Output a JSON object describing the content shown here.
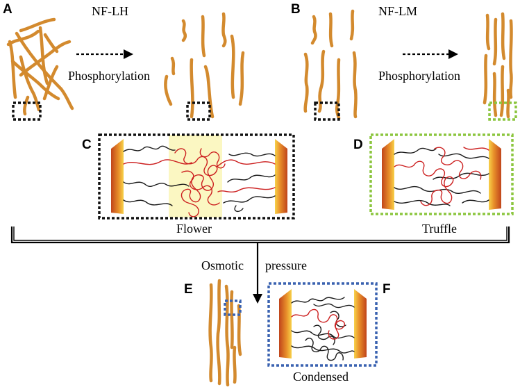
{
  "panels": {
    "A": {
      "letter": "A",
      "title": "NF-LH",
      "arrow_label": "Phosphorylation"
    },
    "B": {
      "letter": "B",
      "title": "NF-LM",
      "arrow_label": "Phosphorylation"
    },
    "C": {
      "letter": "C",
      "caption": "Flower"
    },
    "D": {
      "letter": "D",
      "caption": "Truffle"
    },
    "E": {
      "letter": "E"
    },
    "F": {
      "letter": "F",
      "caption": "Condensed"
    }
  },
  "merge": {
    "label_left": "Osmotic",
    "label_right": "pressure"
  },
  "colors": {
    "filament": "#d38a2e",
    "red_chain": "#cc1f1f",
    "black_box": "#111111",
    "green_box": "#8cc63f",
    "blue_box": "#3a62b0",
    "highlight": "#fbf7c2"
  }
}
